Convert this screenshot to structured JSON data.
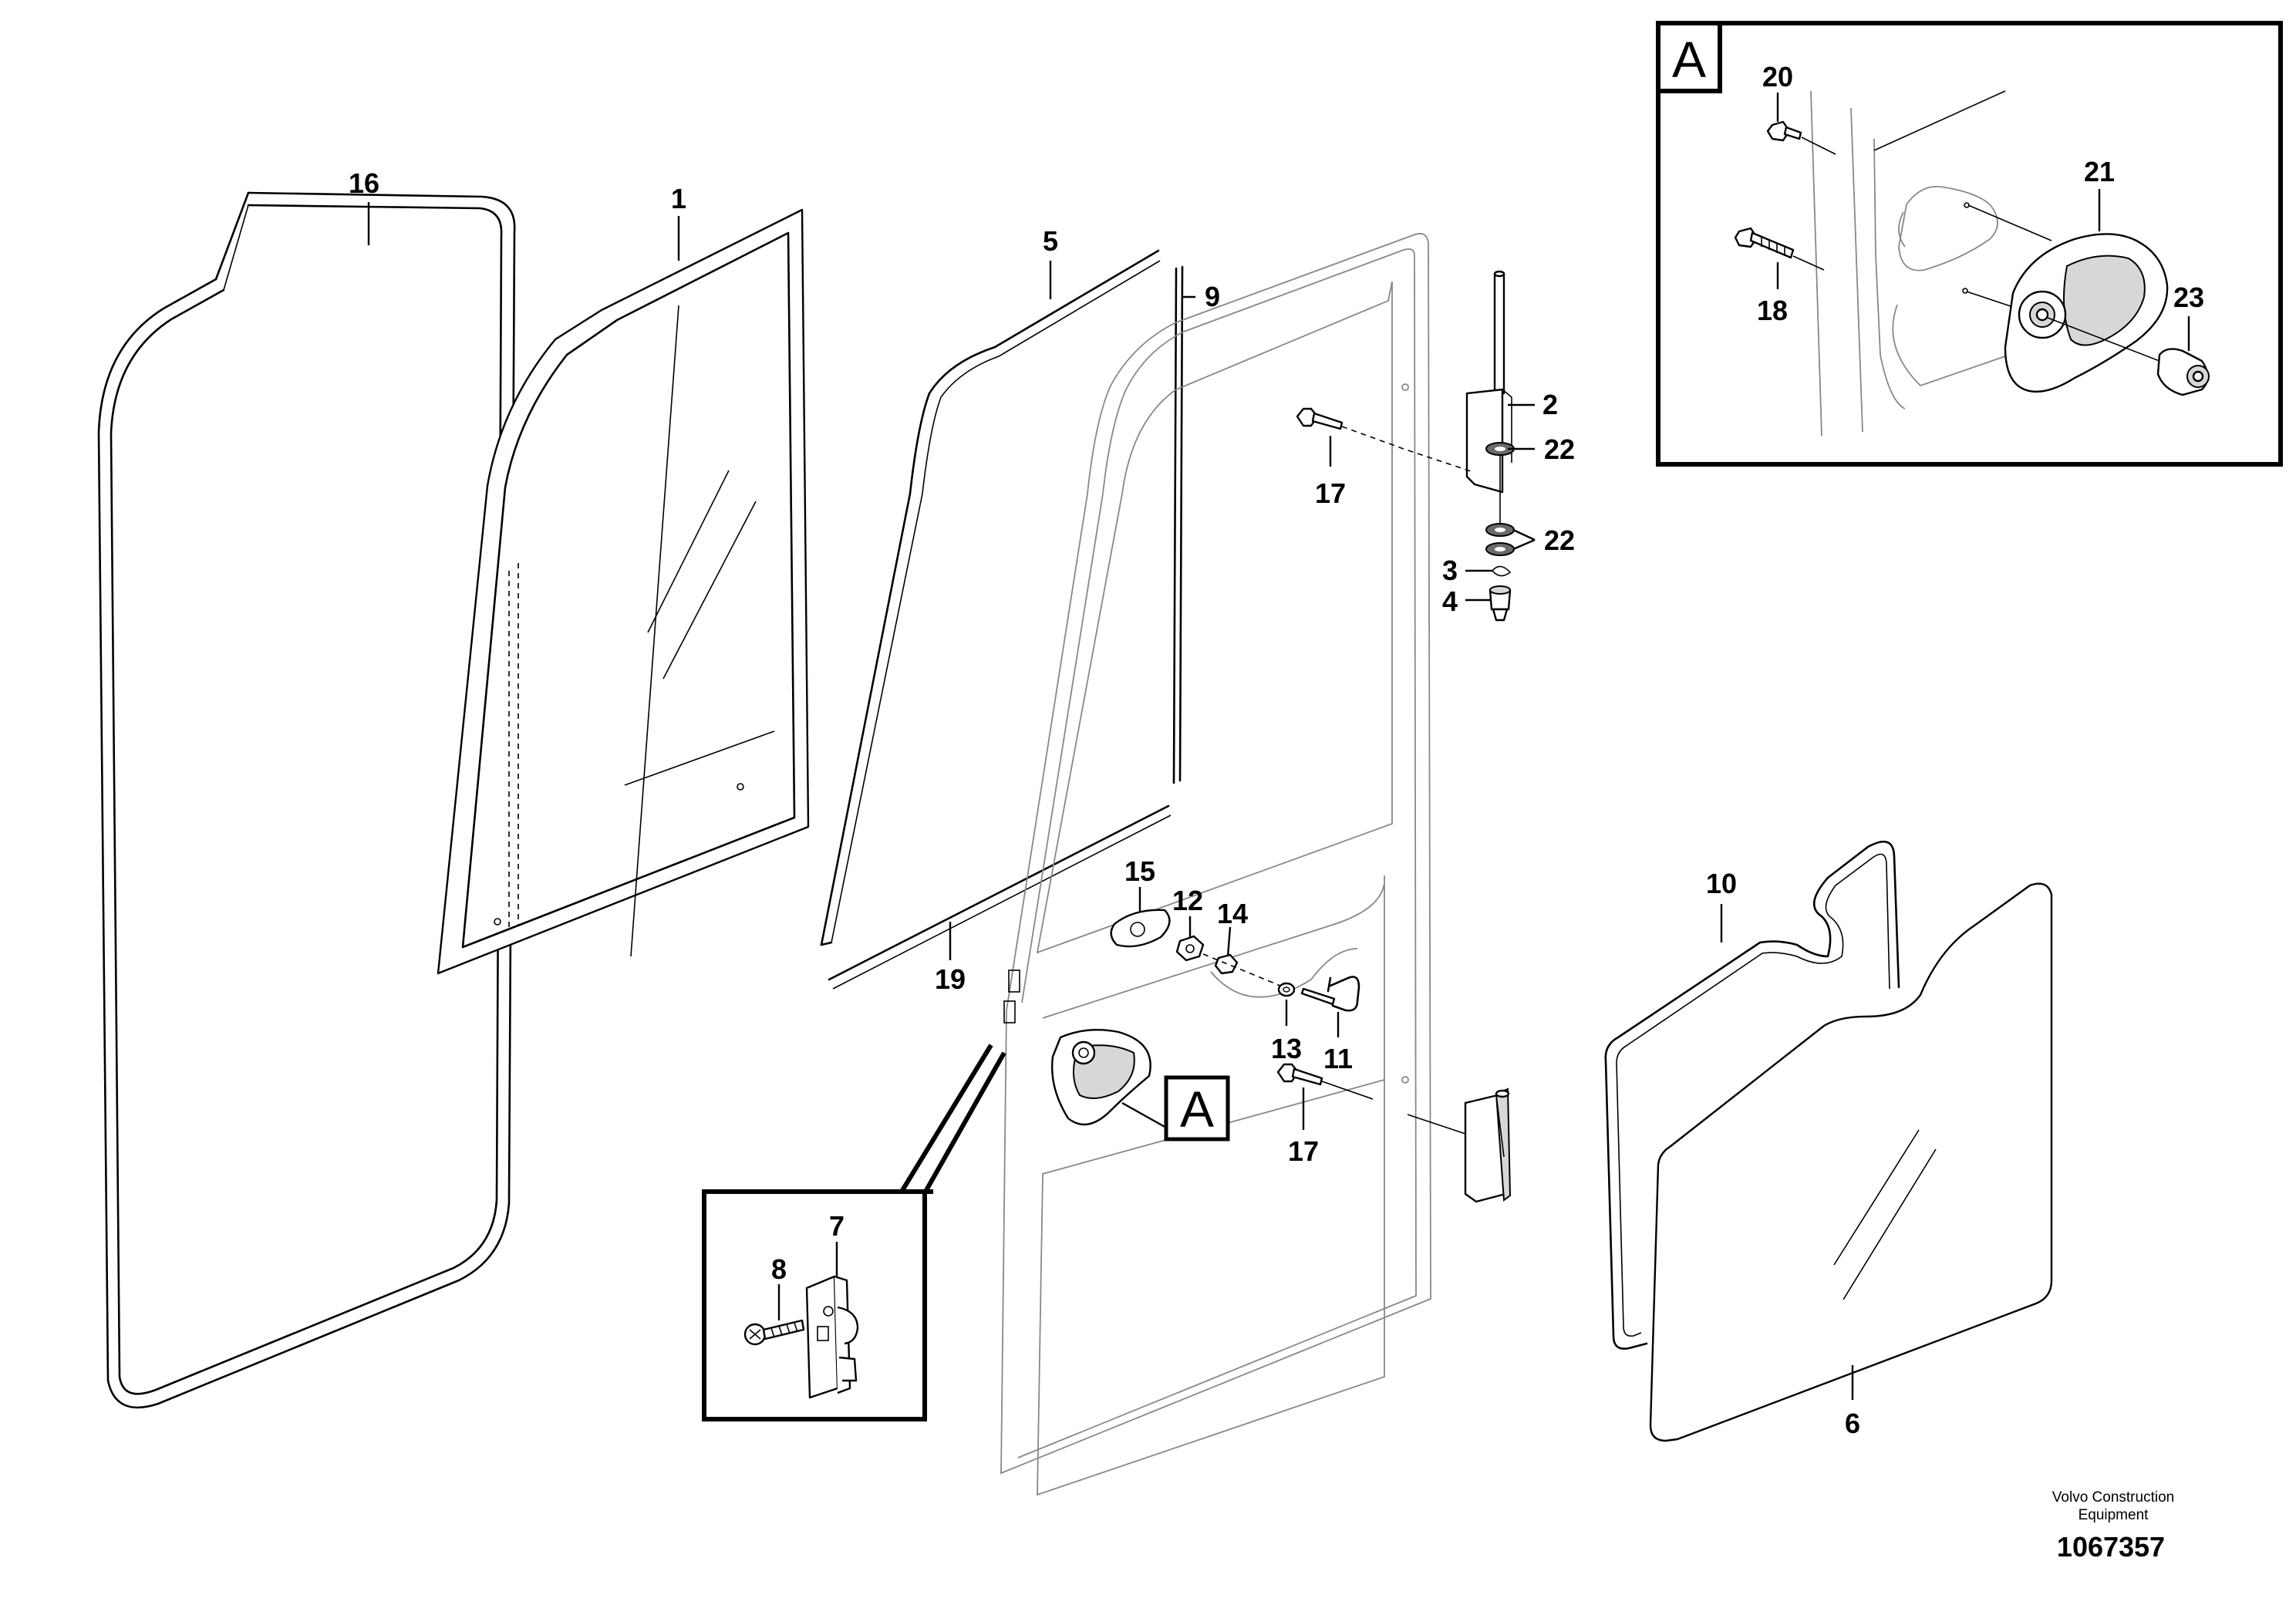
{
  "diagram": {
    "callouts": [
      {
        "id": "c1",
        "label": "1"
      },
      {
        "id": "c2",
        "label": "2"
      },
      {
        "id": "c3",
        "label": "3"
      },
      {
        "id": "c4",
        "label": "4"
      },
      {
        "id": "c5",
        "label": "5"
      },
      {
        "id": "c6",
        "label": "6"
      },
      {
        "id": "c7",
        "label": "7"
      },
      {
        "id": "c8",
        "label": "8"
      },
      {
        "id": "c9",
        "label": "9"
      },
      {
        "id": "c10",
        "label": "10"
      },
      {
        "id": "c11",
        "label": "11"
      },
      {
        "id": "c12",
        "label": "12"
      },
      {
        "id": "c13",
        "label": "13"
      },
      {
        "id": "c14",
        "label": "14"
      },
      {
        "id": "c15",
        "label": "15"
      },
      {
        "id": "c16",
        "label": "16"
      },
      {
        "id": "c17a",
        "label": "17"
      },
      {
        "id": "c17b",
        "label": "17"
      },
      {
        "id": "c18",
        "label": "18"
      },
      {
        "id": "c19",
        "label": "19"
      },
      {
        "id": "c20",
        "label": "20"
      },
      {
        "id": "c21",
        "label": "21"
      },
      {
        "id": "c22a",
        "label": "22"
      },
      {
        "id": "c22b",
        "label": "22"
      },
      {
        "id": "c23",
        "label": "23"
      }
    ],
    "detail_ref_label": "A",
    "detail_box_label": "A"
  },
  "footer": {
    "company_line1": "Volvo Construction",
    "company_line2": "Equipment",
    "drawing_number": "1067357"
  }
}
